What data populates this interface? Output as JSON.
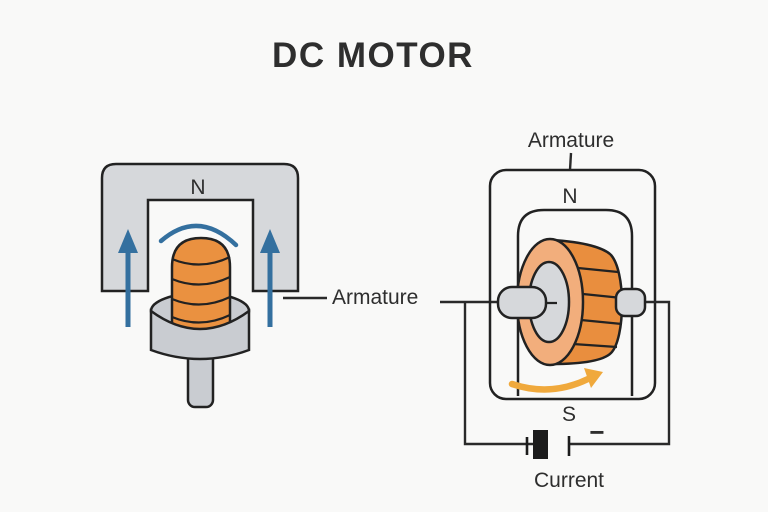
{
  "title": "DC MOTOR",
  "left_diagram": {
    "pole_label": "N",
    "armature_label": "Armature"
  },
  "right_diagram": {
    "armature_label": "Armature",
    "north_pole_label": "N",
    "south_pole_label": "S",
    "battery_minus_sign": "−",
    "current_label": "Current"
  },
  "colors": {
    "background": "#f9f9f8",
    "outline": "#222222",
    "magnet_gray": "#d6d8db",
    "base_gray": "#c9ccd1",
    "coil_orange": "#ea9140",
    "rotor_ring_orange": "#f2ae7c",
    "rotor_body_orange": "#e98e3e",
    "shaft_gray": "#d6d8db",
    "field_arrow_blue": "#34709f",
    "rotation_arrow_yellow": "#f0a93c",
    "battery_black": "#1c1c1c",
    "text_dark": "#2e2e2e",
    "title_color": "#3b3b3b"
  }
}
